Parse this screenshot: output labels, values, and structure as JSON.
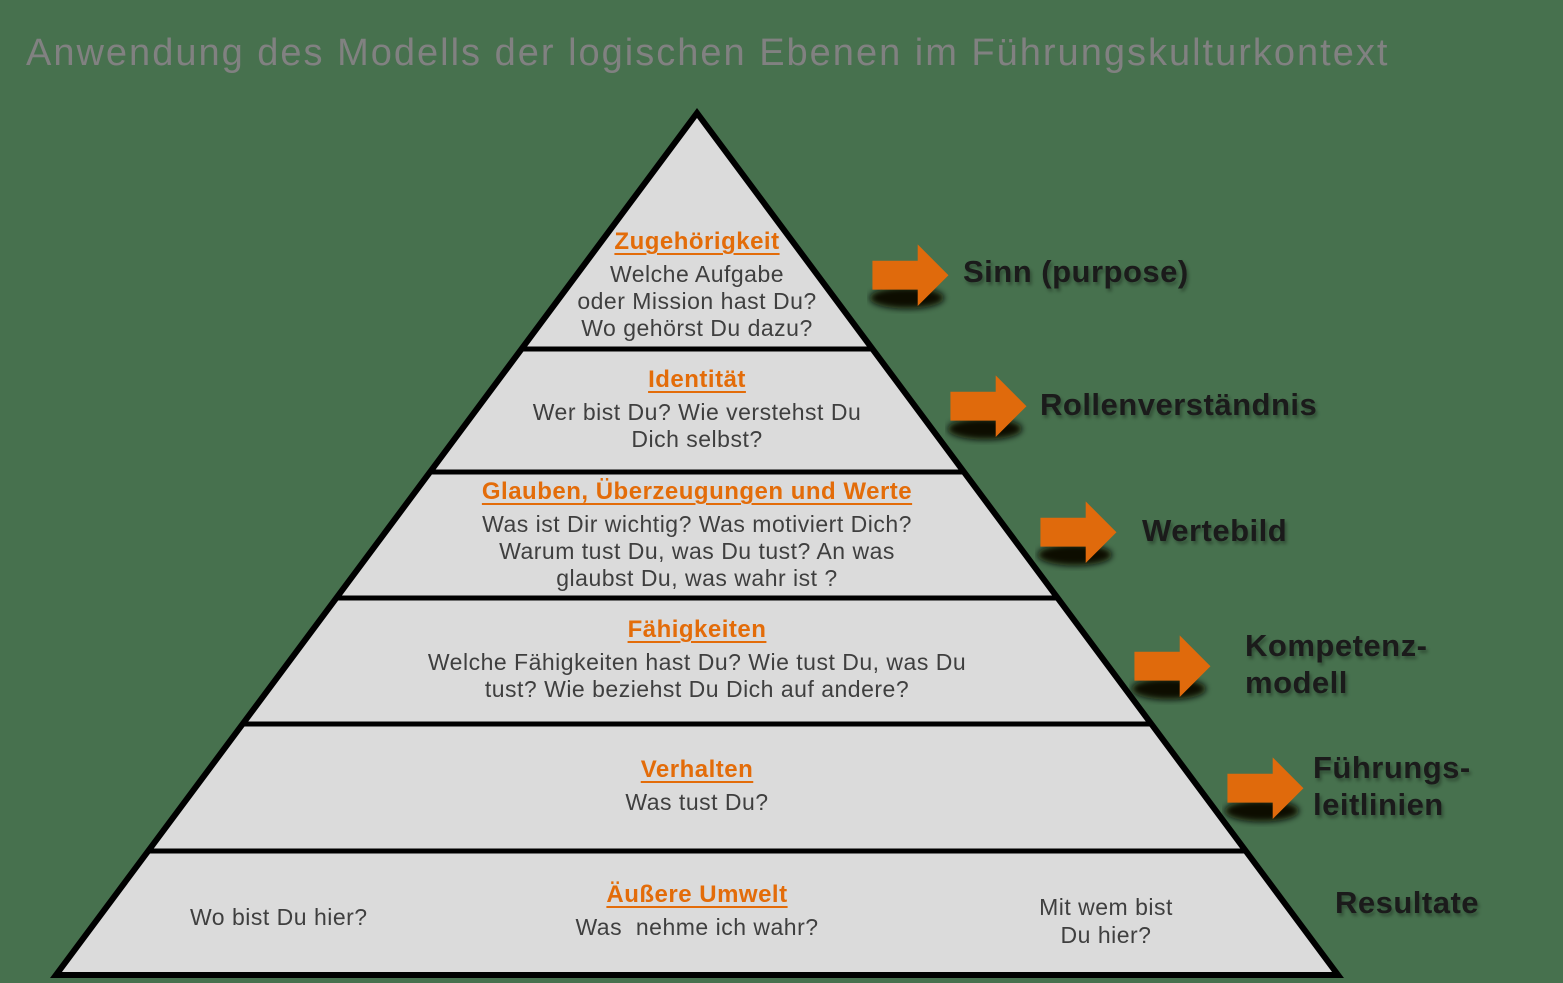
{
  "title": "Anwendung des Modells der logischen Ebenen im Führungskulturkontext",
  "colors": {
    "background": "#47714e",
    "pyramid_fill": "#dbdbdb",
    "pyramid_border": "#000000",
    "accent_orange": "#e36c09",
    "arrow_orange": "#e06a0c",
    "body_text": "#3f3f3f",
    "label_text": "#1b1b1b",
    "title_text": "#818181"
  },
  "pyramid": {
    "levels": [
      {
        "heading": "Zugehörigkeit",
        "body": "Welche Aufgabe\noder Mission hast Du?\nWo gehörst Du dazu?"
      },
      {
        "heading": "Identität",
        "body": "Wer bist Du? Wie verstehst Du\nDich selbst?"
      },
      {
        "heading": "Glauben, Überzeugungen und Werte",
        "body": "Was ist Dir wichtig? Was motiviert Dich?\nWarum tust Du, was Du tust? An was\nglaubst Du, was wahr ist ?"
      },
      {
        "heading": "Fähigkeiten",
        "body": "Welche Fähigkeiten hast Du? Wie tust Du, was Du\ntust? Wie beziehst Du Dich auf andere?"
      },
      {
        "heading": "Verhalten",
        "body": "Was tust Du?"
      },
      {
        "heading": "Äußere Umwelt",
        "body": "Was  nehme ich wahr?",
        "left_note": "Wo bist Du hier?",
        "right_note": "Mit wem bist\nDu hier?"
      }
    ]
  },
  "annotations": [
    {
      "label": "Sinn (purpose)",
      "has_arrow": true
    },
    {
      "label": "Rollenverständnis",
      "has_arrow": true
    },
    {
      "label": "Wertebild",
      "has_arrow": true
    },
    {
      "label": "Kompetenz-\nmodell",
      "has_arrow": true
    },
    {
      "label": "Führungs-\nleitlinien",
      "has_arrow": true
    },
    {
      "label": "Resultate",
      "has_arrow": false
    }
  ]
}
